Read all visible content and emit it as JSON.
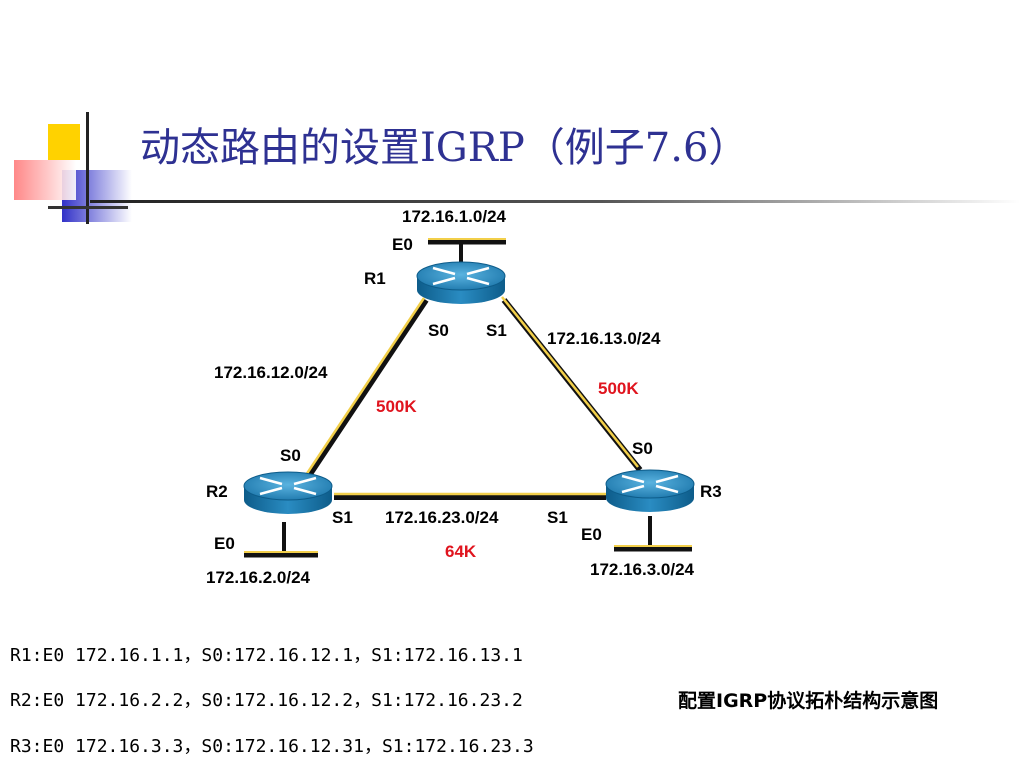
{
  "title": "动态路由的设置IGRP（例子7.6）",
  "colors": {
    "title": "#2e3192",
    "bandwidth": "#e0141e",
    "link": "#f2cf4a",
    "router": "#2e8fc0"
  },
  "routers": [
    {
      "name": "R1",
      "e0_label": "E0",
      "e0_network": "172.16.1.0/24",
      "s0_label": "S0",
      "s1_label": "S1"
    },
    {
      "name": "R2",
      "e0_label": "E0",
      "e0_network": "172.16.2.0/24",
      "s0_label": "S0",
      "s1_label": "S1"
    },
    {
      "name": "R3",
      "e0_label": "E0",
      "e0_network": "172.16.3.0/24",
      "s0_label": "S0",
      "s1_label": "S1"
    }
  ],
  "links": [
    {
      "network": "172.16.12.0/24",
      "bandwidth": "500K"
    },
    {
      "network": "172.16.13.0/24",
      "bandwidth": "500K"
    },
    {
      "network": "172.16.23.0/24",
      "bandwidth": "64K"
    }
  ],
  "config_lines": [
    "R1:E0 172.16.1.1，S0:172.16.12.1，S1:172.16.13.1",
    "R2:E0 172.16.2.2，S0:172.16.12.2，S1:172.16.23.2",
    "R3:E0 172.16.3.3，S0:172.16.12.31，S1:172.16.23.3"
  ],
  "caption": "配置IGRP协议拓朴结构示意图"
}
